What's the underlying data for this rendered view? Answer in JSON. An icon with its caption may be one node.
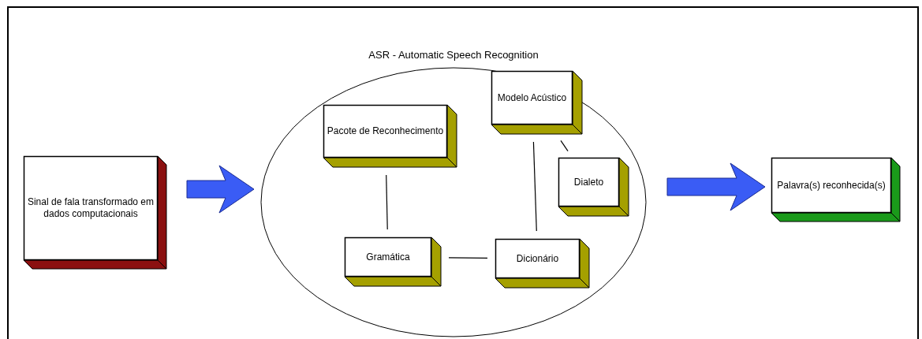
{
  "diagram": {
    "nodes": [
      {
        "text": [
          "Sinal de fala transformado em dados computacionais"
        ]
      },
      {
        "text": [
          "ASR - Automatic Speech Recognition"
        ]
      },
      {
        "text": [
          "Pacote de Reconhecimento"
        ],
        "in": 1
      },
      {
        "text": [
          "Modelo Acústico"
        ],
        "in": 1
      },
      {
        "text": [
          "Dialeto"
        ],
        "in": 1
      },
      {
        "text": [
          "Gramática"
        ],
        "in": 1
      },
      {
        "text": [
          "Dicionário"
        ],
        "in": 1
      },
      {
        "text": [
          "Palavra(s) reconhecida(s)"
        ]
      }
    ],
    "edges": [
      {
        "from": 0,
        "to": 1,
        "arrow": "to",
        "style": "thick",
        "color": "#3a5cf5"
      },
      {
        "from": 2,
        "to": 5,
        "arrow": "none"
      },
      {
        "from": 3,
        "to": 4,
        "arrow": "none"
      },
      {
        "from": 3,
        "to": 6,
        "arrow": "none"
      },
      {
        "from": 5,
        "to": 6,
        "arrow": "none"
      },
      {
        "from": 1,
        "to": 7,
        "arrow": "to",
        "style": "thick",
        "color": "#3a5cf5"
      }
    ]
  }
}
